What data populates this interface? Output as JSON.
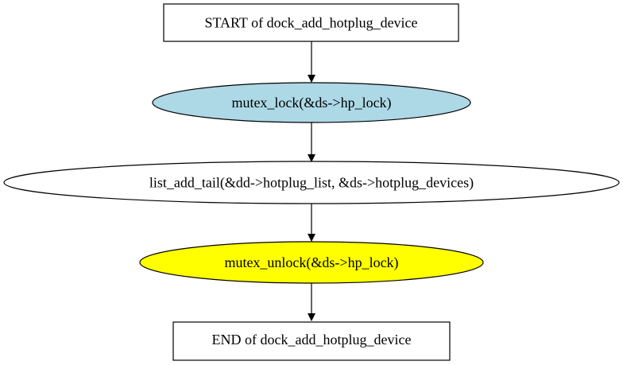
{
  "nodes": {
    "start": {
      "label": "START of dock_add_hotplug_device",
      "shape": "box",
      "fill": "#ffffff"
    },
    "lock": {
      "label": "mutex_lock(&ds->hp_lock)",
      "shape": "ellipse",
      "fill": "#add8e6"
    },
    "list_add": {
      "label": "list_add_tail(&dd->hotplug_list, &ds->hotplug_devices)",
      "shape": "ellipse",
      "fill": "#ffffff"
    },
    "unlock": {
      "label": "mutex_unlock(&ds->hp_lock)",
      "shape": "ellipse",
      "fill": "#ffff00"
    },
    "end": {
      "label": "END of dock_add_hotplug_device",
      "shape": "box",
      "fill": "#ffffff"
    }
  },
  "edges": [
    {
      "from": "start",
      "to": "lock"
    },
    {
      "from": "lock",
      "to": "list_add"
    },
    {
      "from": "list_add",
      "to": "unlock"
    },
    {
      "from": "unlock",
      "to": "end"
    }
  ]
}
